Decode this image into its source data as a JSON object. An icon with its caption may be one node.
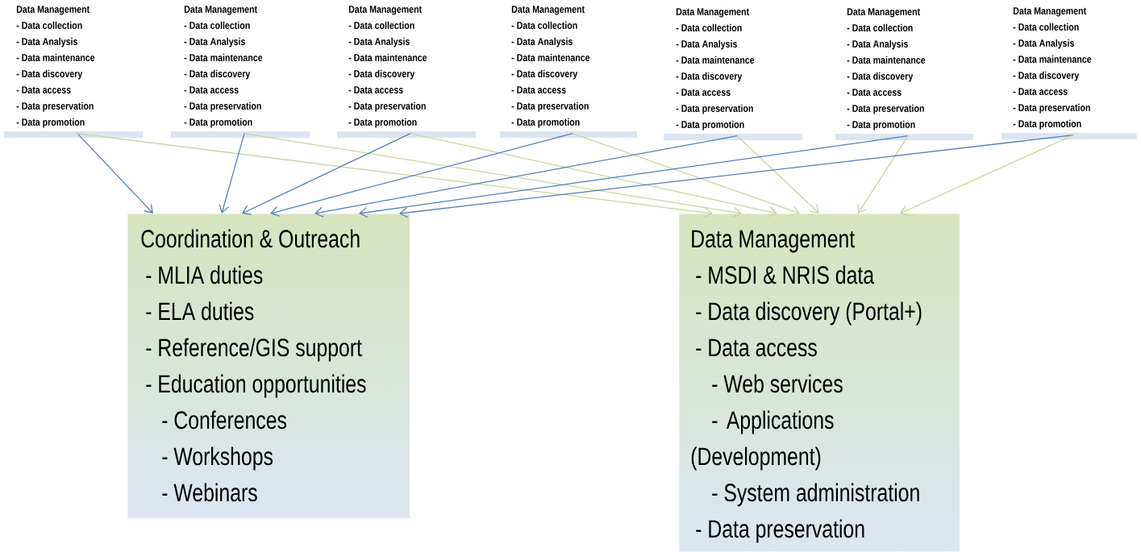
{
  "diagram": {
    "nodes": [
      {
        "text": [
          "Data Management",
          "- Data collection",
          "- Data Analysis",
          "- Data maintenance",
          "- Data discovery",
          "- Data access",
          "- Data preservation",
          "- Data promotion"
        ]
      },
      {
        "text": [
          "Data Management",
          "- Data collection",
          "- Data Analysis",
          "- Data maintenance",
          "- Data discovery",
          "- Data access",
          "- Data preservation",
          "- Data promotion"
        ]
      },
      {
        "text": [
          "Data Management",
          "- Data collection",
          "- Data Analysis",
          "- Data maintenance",
          "- Data discovery",
          "- Data access",
          "- Data preservation",
          "- Data promotion"
        ]
      },
      {
        "text": [
          "Data Management",
          "- Data collection",
          "- Data Analysis",
          "- Data maintenance",
          "- Data discovery",
          "- Data access",
          "- Data preservation",
          "- Data promotion"
        ]
      },
      {
        "text": [
          "Data Management",
          "- Data collection",
          "- Data Analysis",
          "- Data maintenance",
          "- Data discovery",
          "- Data access",
          "- Data preservation",
          "- Data promotion"
        ]
      },
      {
        "text": [
          "Data Management",
          "- Data collection",
          "- Data Analysis",
          "- Data maintenance",
          "- Data discovery",
          "- Data access",
          "- Data preservation",
          "- Data promotion"
        ]
      },
      {
        "text": [
          "Data Management",
          "- Data collection",
          "- Data Analysis",
          "- Data maintenance",
          "- Data discovery",
          "- Data access",
          "- Data preservation",
          "- Data promotion"
        ]
      },
      {
        "text": [
          "Coordination & Outreach",
          "- MLIA duties",
          "- ELA duties",
          "- Reference/GIS support",
          "- Education opportunities",
          "- Conferences",
          "- Workshops",
          "- Webinars"
        ]
      },
      {
        "text": [
          "Data Management",
          "- MSDI & NRIS data",
          "- Data discovery (Portal+)",
          "- Data access",
          "- Web services",
          "- Applications (Development)",
          "- System administration",
          "- Data preservation"
        ]
      }
    ],
    "edges": [
      {
        "from": 0,
        "to": 7,
        "arrow": "to",
        "color": "#4f81bd"
      },
      {
        "from": 0,
        "to": 8,
        "arrow": "to",
        "color": "#c3d69b"
      },
      {
        "from": 1,
        "to": 7,
        "arrow": "to",
        "color": "#4f81bd"
      },
      {
        "from": 1,
        "to": 8,
        "arrow": "to",
        "color": "#c3d69b"
      },
      {
        "from": 2,
        "to": 7,
        "arrow": "to",
        "color": "#4f81bd"
      },
      {
        "from": 2,
        "to": 8,
        "arrow": "to",
        "color": "#c3d69b"
      },
      {
        "from": 3,
        "to": 7,
        "arrow": "to",
        "color": "#4f81bd"
      },
      {
        "from": 3,
        "to": 8,
        "arrow": "to",
        "color": "#c3d69b"
      },
      {
        "from": 4,
        "to": 7,
        "arrow": "to",
        "color": "#4f81bd"
      },
      {
        "from": 4,
        "to": 8,
        "arrow": "to",
        "color": "#c3d69b"
      },
      {
        "from": 5,
        "to": 7,
        "arrow": "to",
        "color": "#4f81bd"
      },
      {
        "from": 5,
        "to": 8,
        "arrow": "to",
        "color": "#c3d69b"
      },
      {
        "from": 6,
        "to": 7,
        "arrow": "to",
        "color": "#4f81bd"
      },
      {
        "from": 6,
        "to": 8,
        "arrow": "to",
        "color": "#c3d69b"
      }
    ]
  }
}
